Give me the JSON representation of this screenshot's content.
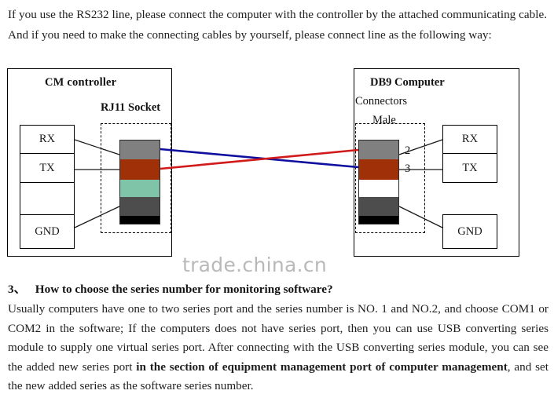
{
  "intro": {
    "paragraph": "If you use the RS232 line, please connect the computer with the controller by the attached communicating cable. And if you need to make the connecting cables by yourself, please connect line as the following way:"
  },
  "diagram": {
    "controller": {
      "title": "CM   controller",
      "socket_label": "RJ11 Socket",
      "signals": {
        "rx": "RX",
        "tx": "TX",
        "gnd": "GND"
      },
      "connector_bands": [
        "gray",
        "brown",
        "green",
        "dark-gray",
        "black"
      ]
    },
    "computer": {
      "title": "DB9   Computer",
      "connectors_label": "Connectors",
      "gender_label": "Male",
      "signals": {
        "rx": "RX",
        "tx": "TX",
        "gnd": "GND"
      },
      "pins": {
        "pin2": "2",
        "pin3": "3"
      },
      "connector_bands": [
        "gray",
        "brown",
        "dark-gray",
        "black"
      ]
    },
    "wires": [
      {
        "name": "blue-wire",
        "color": "#0d0d9e",
        "from": "controller RX band",
        "to": "computer TX band"
      },
      {
        "name": "red-wire",
        "color": "#d11a1a",
        "from": "controller TX band",
        "to": "computer RX band"
      }
    ],
    "colors": {
      "gray": "#808080",
      "brown": "#a03008",
      "green": "#7fc4a8",
      "dark_gray": "#4d4d4d",
      "black": "#000000",
      "blue_wire": "#0d0d9e",
      "red_wire": "#d11a1a"
    }
  },
  "watermark": {
    "text": "trade.china.cn"
  },
  "faq": {
    "number": "3、",
    "heading": "How to choose the series number for monitoring software?",
    "body_part1": "Usually computers have one to two series port and the series number is NO. 1 and NO.2, and choose COM1 or COM2 in the software; If the computers does not have series port, then you can use USB converting series module to supply one virtual series port. After connecting with the USB converting series module, you can see the added new series port ",
    "body_emphasis": "in the section of equipment management port of computer management",
    "body_part2": ", and set the new added series as the software series number."
  }
}
